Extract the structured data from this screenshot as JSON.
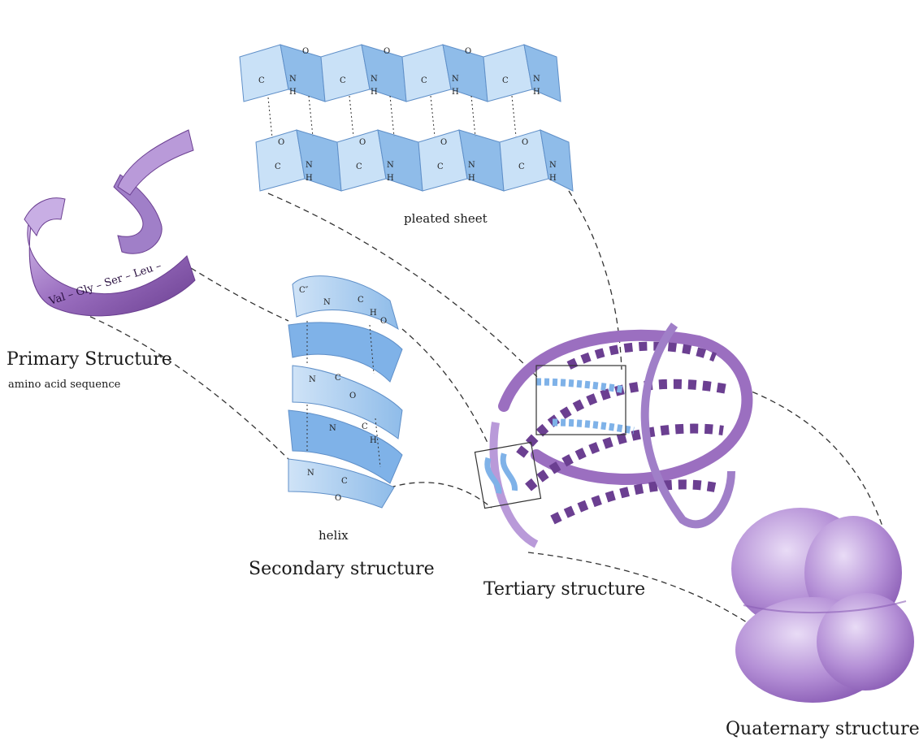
{
  "primary": {
    "title": "Primary Structure",
    "subtitle": "amino acid sequence",
    "sequence": "Val – Gly – Ser – Leu –"
  },
  "secondary": {
    "title": "Secondary structure",
    "sheet_label": "pleated sheet",
    "helix_label": "helix"
  },
  "tertiary": {
    "title": "Tertiary structure"
  },
  "quaternary": {
    "title": "Quaternary structure"
  },
  "chem": {
    "c": "C",
    "n": "N",
    "o": "O",
    "h": "H",
    "calpha": "C″"
  },
  "colors": {
    "ribbon_purple": "#9b6fc0",
    "ribbon_dark": "#5a2a7a",
    "sheet_blue": "#a9cdf0",
    "helix_blue": "#7fb2e8",
    "blob_purple": "#b48fd6",
    "dash": "#333333"
  }
}
